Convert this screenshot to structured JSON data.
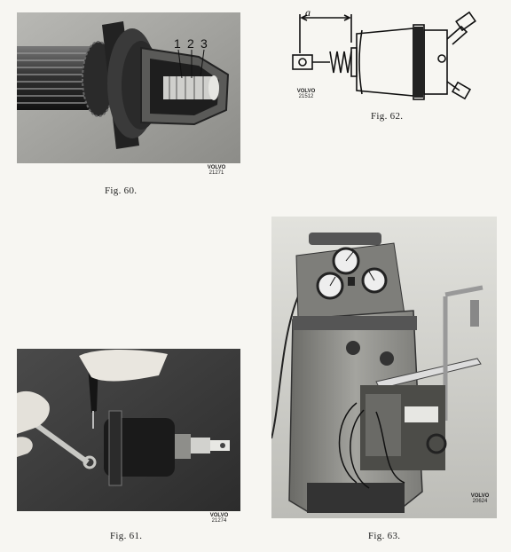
{
  "figures": [
    {
      "id": "fig60",
      "caption": "Fig. 60.",
      "tag_brand": "VOLVO",
      "tag_number": "21271",
      "callouts": [
        "1",
        "2",
        "3"
      ]
    },
    {
      "id": "fig61",
      "caption": "Fig. 61.",
      "tag_brand": "VOLVO",
      "tag_number": "21274"
    },
    {
      "id": "fig62",
      "caption": "Fig. 62.",
      "tag_brand": "VOLVO",
      "tag_number": "21512",
      "dimension_label": "a"
    },
    {
      "id": "fig63",
      "caption": "Fig. 63.",
      "tag_brand": "VOLVO",
      "tag_number": "20624"
    }
  ]
}
